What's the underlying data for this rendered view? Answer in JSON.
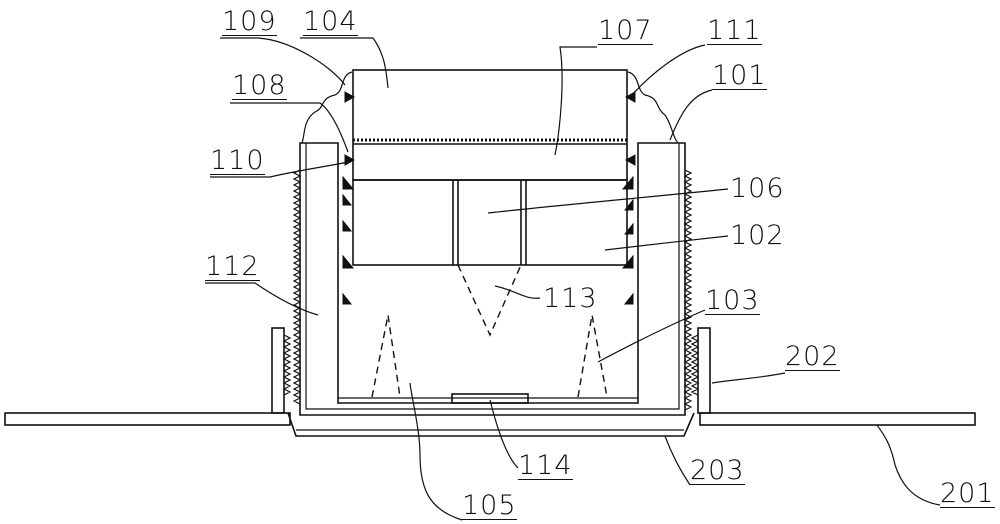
{
  "labels": {
    "l101": "101",
    "l102": "102",
    "l103": "103",
    "l104": "104",
    "l105": "105",
    "l106": "106",
    "l107": "107",
    "l108": "108",
    "l109": "109",
    "l110": "110",
    "l111": "111",
    "l112": "112",
    "l113": "113",
    "l114": "114",
    "l201": "201",
    "l202": "202",
    "l203": "203"
  }
}
